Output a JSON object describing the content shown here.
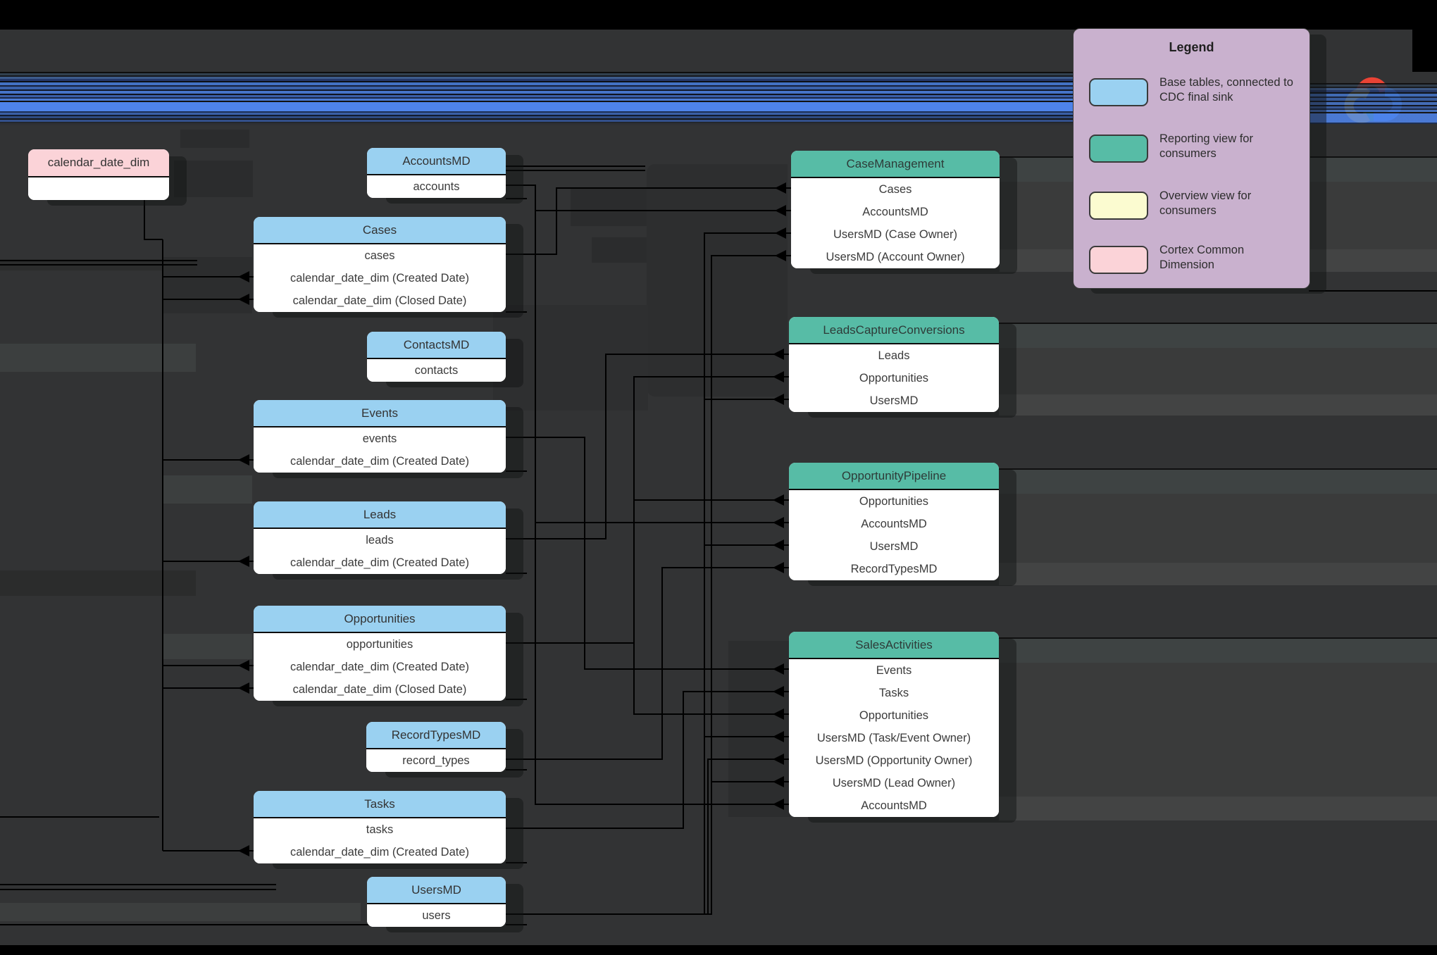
{
  "legend": {
    "title": "Legend",
    "items": [
      {
        "name": "base-tables",
        "swatch_color": "#9AD1F1",
        "label": "Base tables, connected to CDC final sink"
      },
      {
        "name": "reporting-view",
        "swatch_color": "#57BCA6",
        "label": "Reporting view for consumers"
      },
      {
        "name": "overview-view",
        "swatch_color": "#FBFBD0",
        "label": "Overview view for consumers"
      },
      {
        "name": "cortex-dim",
        "swatch_color": "#FBD3D8",
        "label": "Cortex Common Dimension"
      }
    ]
  },
  "diagram": {
    "calendar_dim": {
      "title": "calendar_date_dim"
    },
    "base_tables": [
      {
        "title": "AccountsMD",
        "rows": [
          "accounts"
        ]
      },
      {
        "title": "Cases",
        "rows": [
          "cases",
          "calendar_date_dim (Created Date)",
          "calendar_date_dim (Closed Date)"
        ]
      },
      {
        "title": "ContactsMD",
        "rows": [
          "contacts"
        ]
      },
      {
        "title": "Events",
        "rows": [
          "events",
          "calendar_date_dim (Created Date)"
        ]
      },
      {
        "title": "Leads",
        "rows": [
          "leads",
          "calendar_date_dim (Created Date)"
        ]
      },
      {
        "title": "Opportunities",
        "rows": [
          "opportunities",
          "calendar_date_dim (Created Date)",
          "calendar_date_dim (Closed Date)"
        ]
      },
      {
        "title": "RecordTypesMD",
        "rows": [
          "record_types"
        ]
      },
      {
        "title": "Tasks",
        "rows": [
          "tasks",
          "calendar_date_dim (Created Date)"
        ]
      },
      {
        "title": "UsersMD",
        "rows": [
          "users"
        ]
      }
    ],
    "reporting_views": [
      {
        "title": "CaseManagement",
        "rows": [
          "Cases",
          "AccountsMD",
          "UsersMD (Case Owner)",
          "UsersMD (Account Owner)"
        ]
      },
      {
        "title": "LeadsCaptureConversions",
        "rows": [
          "Leads",
          "Opportunities",
          "UsersMD"
        ]
      },
      {
        "title": "OpportunityPipeline",
        "rows": [
          "Opportunities",
          "AccountsMD",
          "UsersMD",
          "RecordTypesMD"
        ]
      },
      {
        "title": "SalesActivities",
        "rows": [
          "Events",
          "Tasks",
          "Opportunities",
          "UsersMD (Task/Event Owner)",
          "UsersMD (Opportunity Owner)",
          "UsersMD (Lead Owner)",
          "AccountsMD"
        ]
      }
    ]
  },
  "colors": {
    "background": "#323334",
    "base_table_header": "#9AD1F1",
    "reporting_view_header": "#57BCA6",
    "overview_view": "#FBFBD0",
    "cortex_dimension": "#FBD3D8",
    "legend_background": "#C9B1CE",
    "connector": "#000000",
    "logo_red": "#EA4335",
    "logo_blue": "#4285F4",
    "logo_yellow": "#FBBC05",
    "logo_green": "#34A853"
  }
}
